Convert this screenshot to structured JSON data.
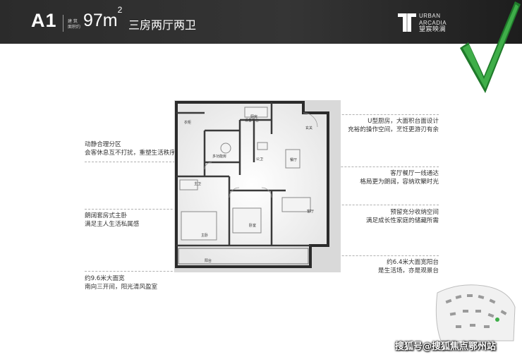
{
  "header": {
    "unit_code": "A1",
    "area_label_line1": "建 筑",
    "area_label_line2": "面积约",
    "area_value": "97m",
    "area_unit_sup": "2",
    "layout_type": "三房两厅两卫",
    "logo_line1": "URBAN",
    "logo_line2": "ARCADIA",
    "logo_line3": "望宸映澜"
  },
  "left_notes": [
    {
      "line1": "动静合理分区",
      "line2": "会客休息互不打扰，重塑生活秩序"
    },
    {
      "line1": "朗阔套房式主卧",
      "line2": "满足主人生活私属感"
    },
    {
      "line1": "约9.6米大面宽",
      "line2": "南向三开间，阳光清风盈室"
    }
  ],
  "right_notes": [
    {
      "line1": "U型厨房，大面积台面设计",
      "line2": "充裕的操作空间，烹饪更游刃有余"
    },
    {
      "line1": "客厅餐厅一线通达",
      "line2": "格局更为朗阔，容纳欢聚时光"
    },
    {
      "line1": "预留充分收纳空间",
      "line2": "满足成长性家庭的储藏所需"
    },
    {
      "line1": "约6.4米大面宽阳台",
      "line2": "是生活场，亦是观景台"
    }
  ],
  "rooms": {
    "kitchen": "厨房",
    "entrance": "玄关",
    "dining": "餐厅",
    "living": "客厅",
    "master_bedroom": "主卧",
    "bedroom_2": "卧室",
    "bedroom_3": "多功能房",
    "master_bath": "主卫",
    "public_bath": "公卫",
    "balcony": "阳台",
    "wardrobe": "衣柜",
    "laundry": "设备平台"
  },
  "watermark": "搜狐号@搜狐焦点鄂州站",
  "colors": {
    "header_bg": "#2b2b2b",
    "check_green": "#2f9e3a",
    "text": "#333333"
  }
}
